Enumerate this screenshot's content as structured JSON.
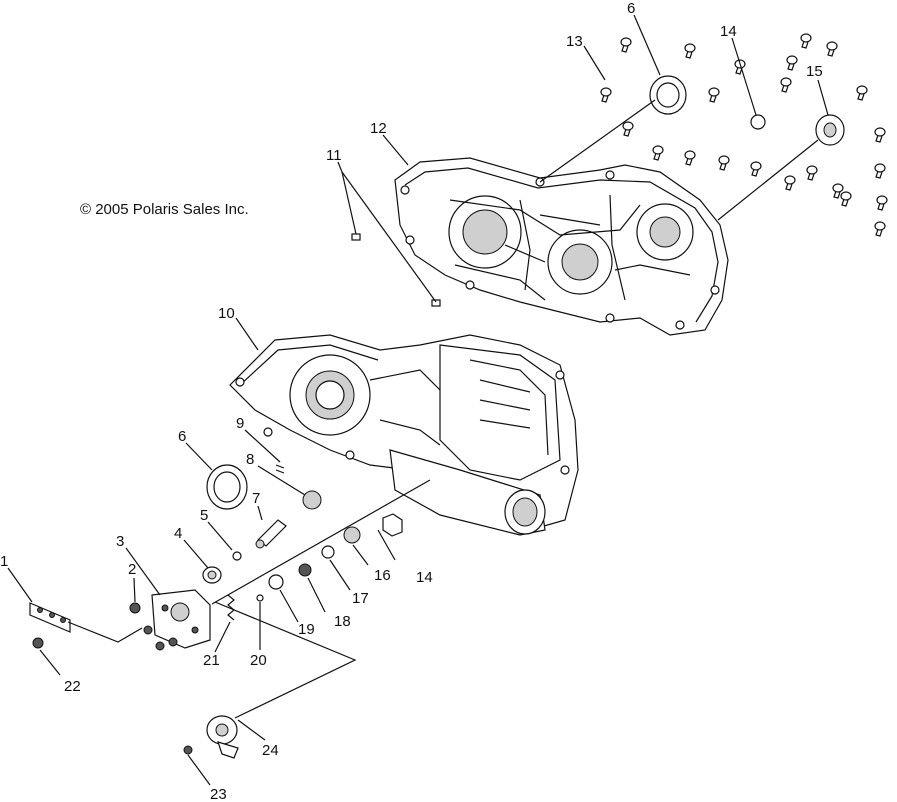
{
  "diagram": {
    "copyright": "© 2005 Polaris Sales Inc.",
    "callouts": [
      {
        "id": "1",
        "text": "1"
      },
      {
        "id": "2",
        "text": "2"
      },
      {
        "id": "3",
        "text": "3"
      },
      {
        "id": "4",
        "text": "4"
      },
      {
        "id": "5",
        "text": "5"
      },
      {
        "id": "6a",
        "text": "6"
      },
      {
        "id": "6b",
        "text": "6"
      },
      {
        "id": "7",
        "text": "7"
      },
      {
        "id": "8",
        "text": "8"
      },
      {
        "id": "9",
        "text": "9"
      },
      {
        "id": "10",
        "text": "10"
      },
      {
        "id": "11",
        "text": "11"
      },
      {
        "id": "12",
        "text": "12"
      },
      {
        "id": "13",
        "text": "13"
      },
      {
        "id": "14a",
        "text": "14"
      },
      {
        "id": "14b",
        "text": "14"
      },
      {
        "id": "15",
        "text": "15"
      },
      {
        "id": "16",
        "text": "16"
      },
      {
        "id": "17",
        "text": "17"
      },
      {
        "id": "18",
        "text": "18"
      },
      {
        "id": "19",
        "text": "19"
      },
      {
        "id": "20",
        "text": "20"
      },
      {
        "id": "21",
        "text": "21"
      },
      {
        "id": "22",
        "text": "22"
      },
      {
        "id": "23",
        "text": "23"
      },
      {
        "id": "24",
        "text": "24"
      }
    ]
  }
}
